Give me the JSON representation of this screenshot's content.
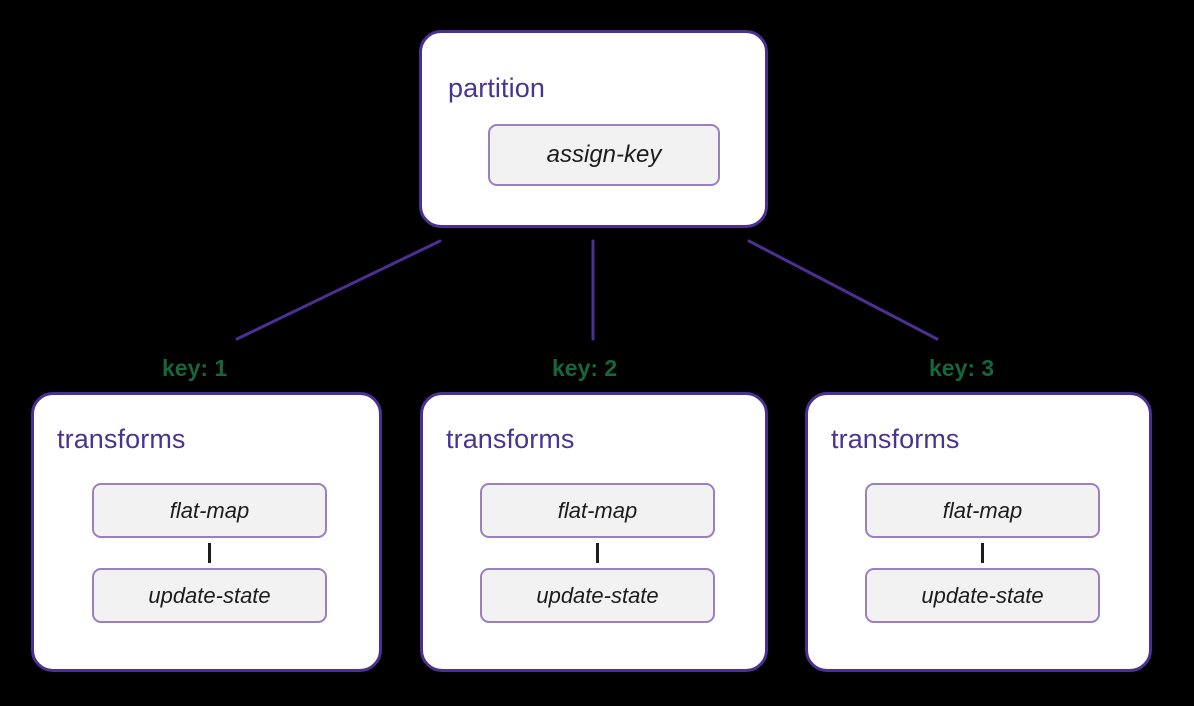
{
  "diagram": {
    "title_text": "partition",
    "background_color": "#000000",
    "box_fill": "#FFFFFF",
    "box_border_color": "#4C2F92",
    "group_title_color": "#4B3491",
    "node_fill": "#F2F2F2",
    "node_border_color": "#9B7FC0",
    "node_text_color": "#1C1C1C",
    "edge_color": "#4C2F92",
    "key_label_color": "#17663A"
  },
  "partition": {
    "title": "partition",
    "nodes": [
      {
        "label": "assign-key"
      }
    ]
  },
  "edges": [
    {
      "key_label": "key: 1"
    },
    {
      "key_label": "key: 2"
    },
    {
      "key_label": "key: 3"
    }
  ],
  "branches": [
    {
      "key_label": "key: 1",
      "title": "transforms",
      "nodes": [
        {
          "label": "flat-map"
        },
        {
          "label": "update-state"
        }
      ]
    },
    {
      "key_label": "key: 2",
      "title": "transforms",
      "nodes": [
        {
          "label": "flat-map"
        },
        {
          "label": "update-state"
        }
      ]
    },
    {
      "key_label": "key: 3",
      "title": "transforms",
      "nodes": [
        {
          "label": "flat-map"
        },
        {
          "label": "update-state"
        }
      ]
    }
  ]
}
